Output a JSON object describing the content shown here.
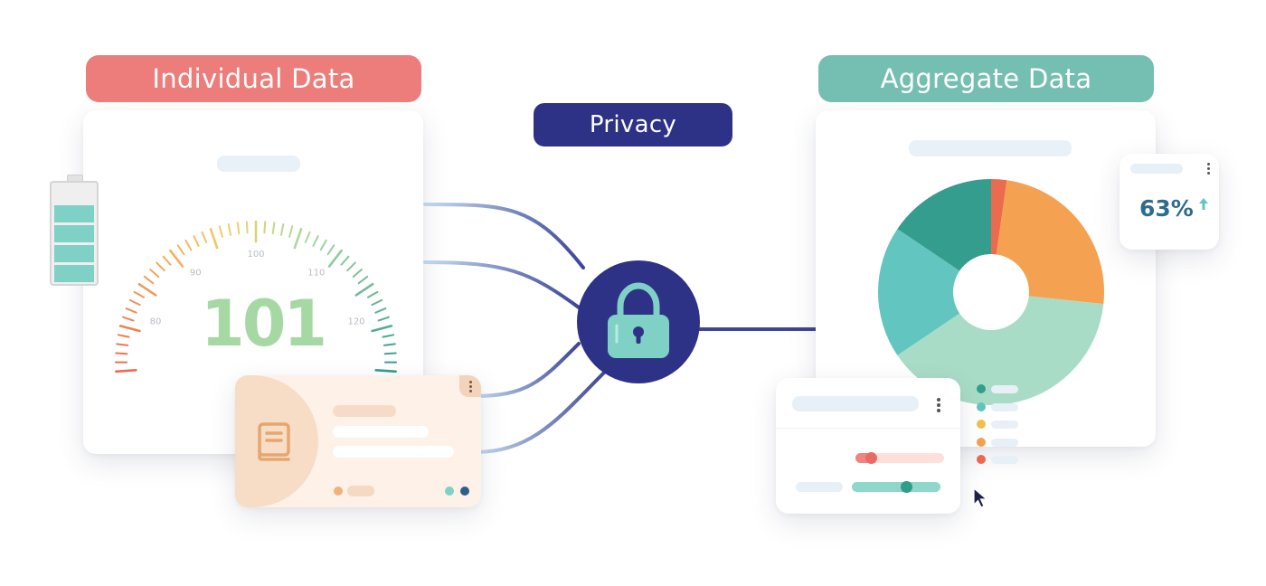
{
  "labels": {
    "individual": "Individual Data",
    "aggregate": "Aggregate Data",
    "privacy": "Privacy"
  },
  "gauge": {
    "value": "101",
    "ticks": [
      "80",
      "90",
      "100",
      "110",
      "120"
    ]
  },
  "aggregate_stat": {
    "value": "63%"
  },
  "icons": {
    "lock": "lock-icon",
    "book": "book-icon",
    "battery": "battery-icon",
    "cursor": "cursor-icon",
    "trend": "arrow-up-icon"
  },
  "colors": {
    "individual": "#ec7d7b",
    "aggregate": "#74bfb2",
    "privacy": "#2e3287",
    "gauge_value": "#a6d8a4",
    "stat_value": "#2e6c8e",
    "battery": "#7fd1c6"
  },
  "battery": {
    "level": 1.0,
    "cells": 4
  },
  "chart_data": {
    "type": "pie",
    "slices": [
      {
        "value": 2,
        "color": "#ec6a4e"
      },
      {
        "value": 22,
        "color": "#f4a152"
      },
      {
        "value": 35,
        "color": "#a9dcc6"
      },
      {
        "value": 17,
        "color": "#62c5bf"
      },
      {
        "value": 14,
        "color": "#349d8d"
      }
    ],
    "donut": true
  }
}
